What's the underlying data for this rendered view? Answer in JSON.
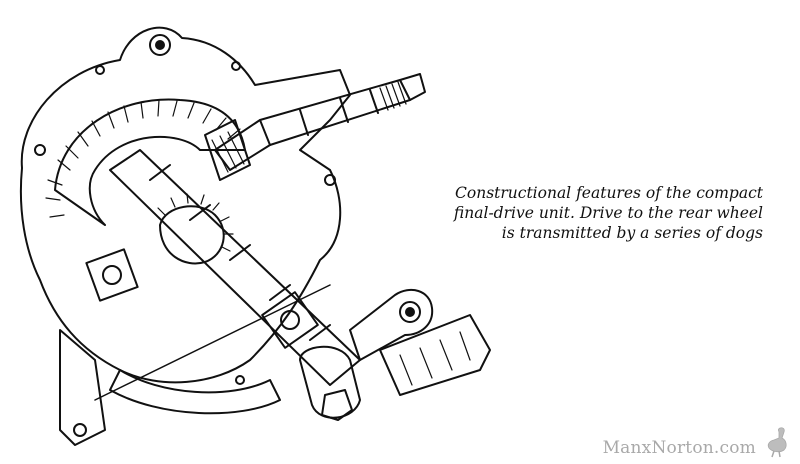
{
  "caption": {
    "lines": [
      "Constructional features of the compact",
      "final-drive unit.  Drive to the rear wheel",
      "is transmitted by a series of dogs"
    ]
  },
  "watermark": {
    "text": "ManxNorton.com",
    "logo_icon": "emu-bird-logo-icon",
    "color": "#a9a9a9"
  },
  "illustration": {
    "subject_icon": "final-drive-unit-cutaway-drawing"
  }
}
